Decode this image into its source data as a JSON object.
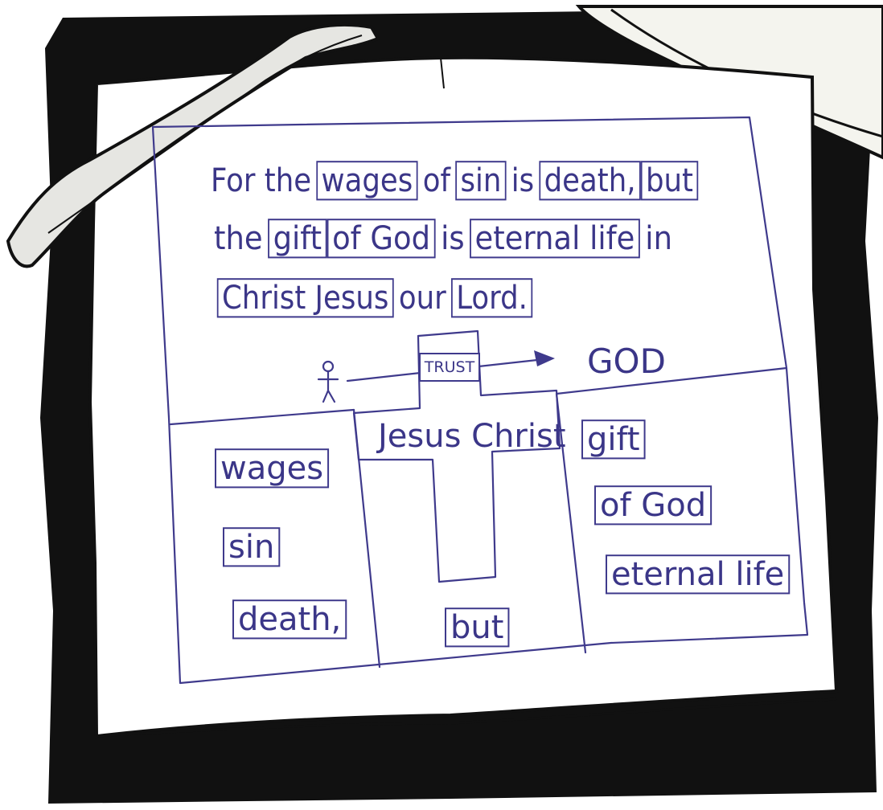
{
  "verse": {
    "line1": [
      {
        "text": "For the",
        "boxed": false
      },
      {
        "text": "wages",
        "boxed": true
      },
      {
        "text": "of",
        "boxed": false
      },
      {
        "text": "sin",
        "boxed": true
      },
      {
        "text": "is",
        "boxed": false
      },
      {
        "text": "death,",
        "boxed": true
      },
      {
        "text": "but",
        "boxed": true
      }
    ],
    "line2": [
      {
        "text": "the",
        "boxed": false
      },
      {
        "text": "gift",
        "boxed": true
      },
      {
        "text": "of God",
        "boxed": true
      },
      {
        "text": "is",
        "boxed": false
      },
      {
        "text": "eternal life",
        "boxed": true
      },
      {
        "text": "in",
        "boxed": false
      }
    ],
    "line3": [
      {
        "text": "Christ Jesus",
        "boxed": true
      },
      {
        "text": "our",
        "boxed": false
      },
      {
        "text": "Lord.",
        "boxed": true
      }
    ]
  },
  "bridge": {
    "trust": "TRUST",
    "god": "GOD",
    "cross_label": "Jesus Christ"
  },
  "left_column": [
    "wages",
    "sin",
    "death,"
  ],
  "center_column": [
    "but"
  ],
  "right_column": [
    "gift",
    "of God",
    "eternal life"
  ],
  "colors": {
    "ink": "#3f3a8c",
    "frame": "#111111",
    "paper": "#ffffff"
  }
}
